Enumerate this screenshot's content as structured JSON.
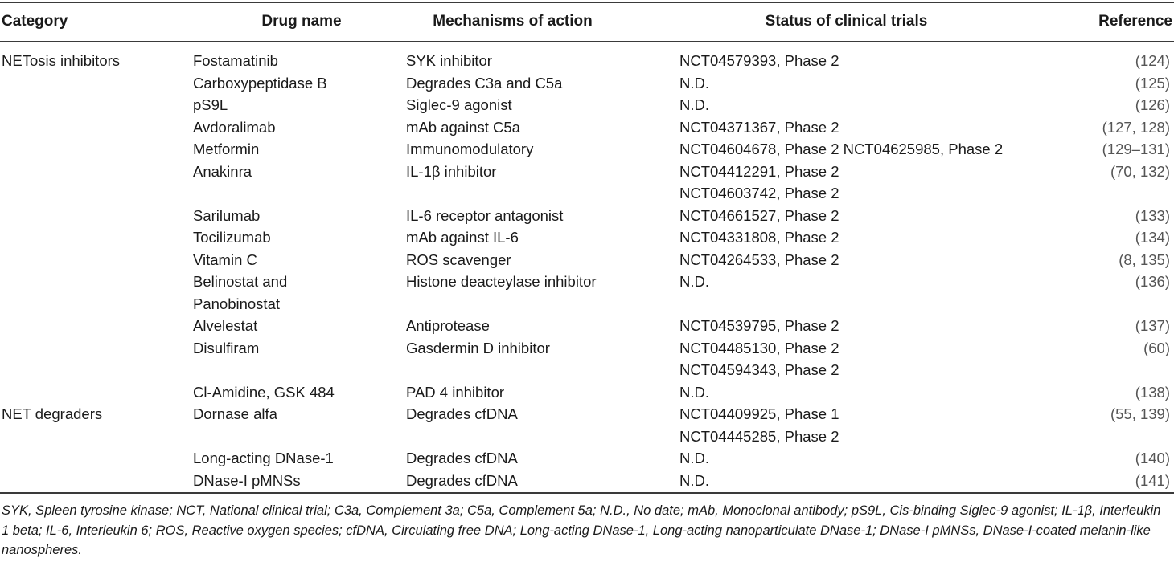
{
  "table": {
    "headers": {
      "category": "Category",
      "drug": "Drug name",
      "mechanism": "Mechanisms of action",
      "status": "Status of clinical trials",
      "reference": "Reference"
    },
    "rows": [
      {
        "category": "NETosis inhibitors",
        "drug": [
          "Fostamatinib"
        ],
        "mechanism": "SYK inhibitor",
        "status": [
          "NCT04579393, Phase 2"
        ],
        "reference": "(124)"
      },
      {
        "category": "",
        "drug": [
          "Carboxypeptidase B"
        ],
        "mechanism": "Degrades C3a and C5a",
        "status": [
          "N.D."
        ],
        "reference": "(125)"
      },
      {
        "category": "",
        "drug": [
          "pS9L"
        ],
        "mechanism": "Siglec-9 agonist",
        "status": [
          "N.D."
        ],
        "reference": "(126)"
      },
      {
        "category": "",
        "drug": [
          "Avdoralimab"
        ],
        "mechanism": "mAb against C5a",
        "status": [
          "NCT04371367, Phase 2"
        ],
        "reference": "(127, 128)"
      },
      {
        "category": "",
        "drug": [
          "Metformin"
        ],
        "mechanism": "Immunomodulatory",
        "status": [
          "NCT04604678, Phase 2 NCT04625985, Phase 2"
        ],
        "reference": "(129–131)"
      },
      {
        "category": "",
        "drug": [
          "Anakinra"
        ],
        "mechanism": "IL-1β inhibitor",
        "status": [
          "NCT04412291, Phase 2",
          "NCT04603742, Phase 2"
        ],
        "reference": "(70, 132)"
      },
      {
        "category": "",
        "drug": [
          "Sarilumab"
        ],
        "mechanism": "IL-6 receptor antagonist",
        "status": [
          "NCT04661527, Phase 2"
        ],
        "reference": "(133)"
      },
      {
        "category": "",
        "drug": [
          "Tocilizumab"
        ],
        "mechanism": "mAb against IL-6",
        "status": [
          "NCT04331808, Phase 2"
        ],
        "reference": "(134)"
      },
      {
        "category": "",
        "drug": [
          "Vitamin C"
        ],
        "mechanism": "ROS scavenger",
        "status": [
          "NCT04264533, Phase 2"
        ],
        "reference": "(8, 135)"
      },
      {
        "category": "",
        "drug": [
          "Belinostat and",
          "Panobinostat"
        ],
        "mechanism": "Histone deacteylase inhibitor",
        "status": [
          "N.D."
        ],
        "reference": "(136)"
      },
      {
        "category": "",
        "drug": [
          "Alvelestat"
        ],
        "mechanism": "Antiprotease",
        "status": [
          "NCT04539795, Phase 2"
        ],
        "reference": "(137)"
      },
      {
        "category": "",
        "drug": [
          "Disulfiram"
        ],
        "mechanism": "Gasdermin D inhibitor",
        "status": [
          "NCT04485130, Phase 2",
          "NCT04594343, Phase 2"
        ],
        "reference": "(60)"
      },
      {
        "category": "",
        "drug": [
          "Cl-Amidine, GSK 484"
        ],
        "mechanism": "PAD 4 inhibitor",
        "status": [
          "N.D."
        ],
        "reference": "(138)"
      },
      {
        "category": "NET degraders",
        "drug": [
          "Dornase alfa"
        ],
        "mechanism": "Degrades cfDNA",
        "status": [
          "NCT04409925, Phase 1",
          "NCT04445285, Phase 2"
        ],
        "reference": "(55, 139)"
      },
      {
        "category": "",
        "drug": [
          "Long-acting DNase-1"
        ],
        "mechanism": "Degrades cfDNA",
        "status": [
          "N.D."
        ],
        "reference": "(140)"
      },
      {
        "category": "",
        "drug": [
          "DNase-I pMNSs"
        ],
        "mechanism": "Degrades cfDNA",
        "status": [
          "N.D."
        ],
        "reference": "(141)"
      }
    ]
  },
  "footnote": "SYK, Spleen tyrosine kinase; NCT, National clinical trial; C3a, Complement 3a; C5a, Complement 5a; N.D., No date; mAb, Monoclonal antibody; pS9L, Cis-binding Siglec-9 agonist; IL-1β, Interleukin 1 beta; IL-6, Interleukin 6; ROS, Reactive oxygen species; cfDNA, Circulating free DNA; Long-acting DNase-1, Long-acting nanoparticulate DNase-1; DNase-I pMNSs, DNase-I-coated melanin-like nanospheres."
}
